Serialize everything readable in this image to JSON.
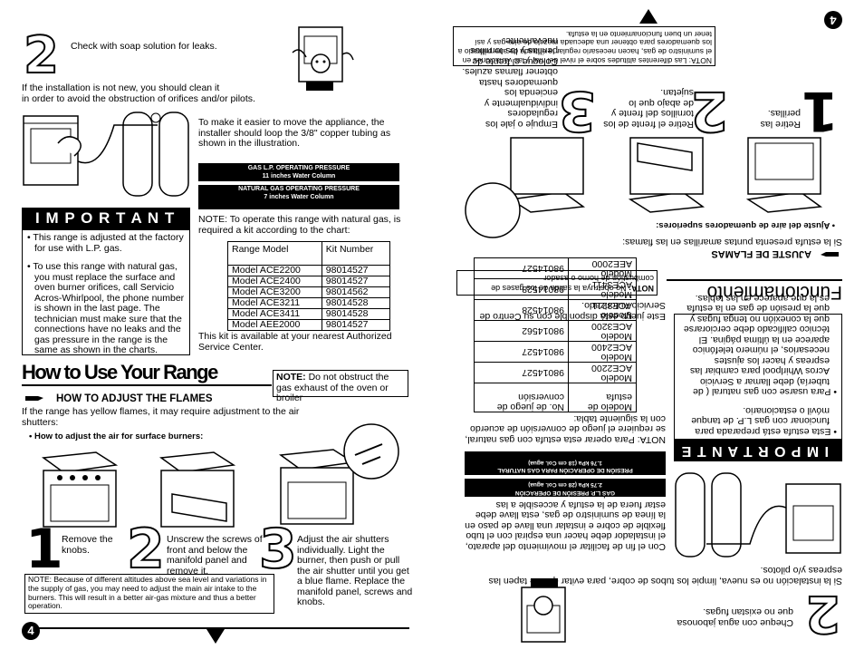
{
  "left": {
    "step2_text": "Check with soap solution for leaks.",
    "new_install_text": "If the installation is not new, you should clean it\nin order to avoid the obstruction of orifices and/or pilots.",
    "loop_text": "To make it easier to move the appliance, the installer should loop the 3/8\" copper tubing as shown in the illustration.",
    "lp_pressure": "GAS L.P. OPERATING PRESSURE\n11 inches Water Column",
    "nat_pressure": "NATURAL GAS OPERATING PRESSURE\n7 inches Water Column",
    "important_title": "I M P O R T A N T",
    "important_bullet1": "This range is adjusted at the factory for use with L.P. gas.",
    "important_bullet2": "To use this range with natural gas, you must replace the surface and oven burner orifices, call Servicio Acros-Whirlpool, the phone number is shown in the last page. The technician must make sure that the connections have no leaks and the gas pressure in the range is the same as shown in the charts.",
    "natural_note": "NOTE: To operate this range with natural gas, is required a kit according to the chart:",
    "table_headers": [
      "Range Model",
      "Kit Number"
    ],
    "table_rows": [
      [
        "Model ACE2200",
        "98014527"
      ],
      [
        "Model ACE2400",
        "98014527"
      ],
      [
        "Model ACE3200",
        "98014562"
      ],
      [
        "Model ACE3211",
        "98014528"
      ],
      [
        "Model ACE3411",
        "98014528"
      ],
      [
        "Model AEE2000",
        "98014527"
      ]
    ],
    "kit_available": "This kit is available at your nearest Authorized Service Center.",
    "how_to_title": "How to Use Your Range",
    "note_obstruct_label": "NOTE:",
    "note_obstruct_text": " Do not obstruct the gas exhaust of the oven or broiler",
    "adjust_heading": "HOW TO ADJUST THE FLAMES",
    "adjust_text": "If the range has yellow flames, it may require adjustment to the air shutters:",
    "surface_burners": "• How to adjust the air for surface burners:",
    "step1_label": "Remove the knobs.",
    "step2_label": "Unscrew the screws of front and below the manifold panel and remove it.",
    "step3_label": "Adjust the air shutters individually. Light the burner, then push or pull the air shutter until you get a blue flame. Replace the manifold panel, screws and knobs.",
    "altitude_note": "NOTE: Because of different altitudes above sea level and variations in the supply of gas, you may need to adjust the main air intake to the burners. This will result in a better air-gas mixture and thus a better operation.",
    "page_number": "4",
    "num1": "1",
    "num2": "2",
    "num3": "3"
  },
  "right": {
    "page_number": "4",
    "step2_text": "Cheque con agua jabonosa que no existan fugas.",
    "new_install_text": "Si la instalación no es nueva, limpie los tubos de cobre, para evitar que se tapen las espreas y/o pilotos.",
    "loop_text": "Con el fin de facilitar el movimiento del aparato, el instalador debe hacer una espiral con el tubo flexible de cobre e instalar una llave de paso en la línea de suministro de gas, esta llave debe estar fuera de la estufa y accesible a las personas que la usan.",
    "lp_pressure": "GAS L.P. PRESIÓN DE OPERACIÓN\n2.75 kPa (28 cm Col. agua)",
    "nat_pressure": "PRESIÓN DE OPERACIÓN PARA GAS NATURAL\n1.76 kPa (18 cm Col. agua)",
    "important_title": "I M P O R T A N T E",
    "important_bullet1": "Esta estufa está preparada para funcionar con gas L.P. de tanque móvil o estacionario.",
    "important_bullet2": "Para usarse con gas natural ( de tubería) debe llamar a Servicio Acros Whirlpool para cambiar las espreas y hacer los ajustes necesarios, el número telefónico aparece en la última página. El técnico calificado debe cerciorarse que la conexión no tenga fugas y que la presión de gas en la estufa es la que aparece en las tablas.",
    "natural_note": "NOTA: Para operar esta estufa con gas natural, se requiere el juego de conversión de acuerdo con la siguiente tabla:",
    "table_headers": [
      "Modelo de estufa",
      "No. de juego de conversión"
    ],
    "table_rows": [
      [
        "Modelo ACE2200",
        "98014527"
      ],
      [
        "Modelo ACE2400",
        "98014527"
      ],
      [
        "Modelo ACE3200",
        "98014562"
      ],
      [
        "Modelo ACE3211",
        "98014528"
      ],
      [
        "Modelo ACE3411",
        "98014528"
      ],
      [
        "Modelo AEE2000",
        "98014527"
      ]
    ],
    "kit_available": "Este juego está disponible con su Centro de Servicio Autorizado.",
    "how_to_title": "Funcionamiento",
    "note_obstruct_label": "NOTA:",
    "note_obstruct_text": " No obstruya la salida de los gases de combustión de horno o asador",
    "adjust_heading": "AJUSTE DE FLAMAS",
    "adjust_text": "Si la estufa presenta puntas amarillas en las flamas:",
    "surface_burners": "• Ajuste del aire de quemadores superiores:",
    "step1_label": "Retire las perillas.",
    "step2_label": "Retire el frente de los tornillos del frente y de abajo que lo sujetan.",
    "step3_label": "Empuje o jale los reguladores individualmente y encienda los quemadores hasta obtener flamas azules. Coloque el frente de perillas y los tornillos nuevamente.",
    "altitude_note": "NOTA: Las diferentes altitudes sobre el nivel del mar y las variaciones en el suministro de gas, hacen necesario regular la entrada de aire primario a los quemadores para obtener una adecuada mezcla de aire-gas y así tener un buen funcionamiento en la estufa.",
    "num1": "1",
    "num2": "2",
    "num3": "3"
  }
}
